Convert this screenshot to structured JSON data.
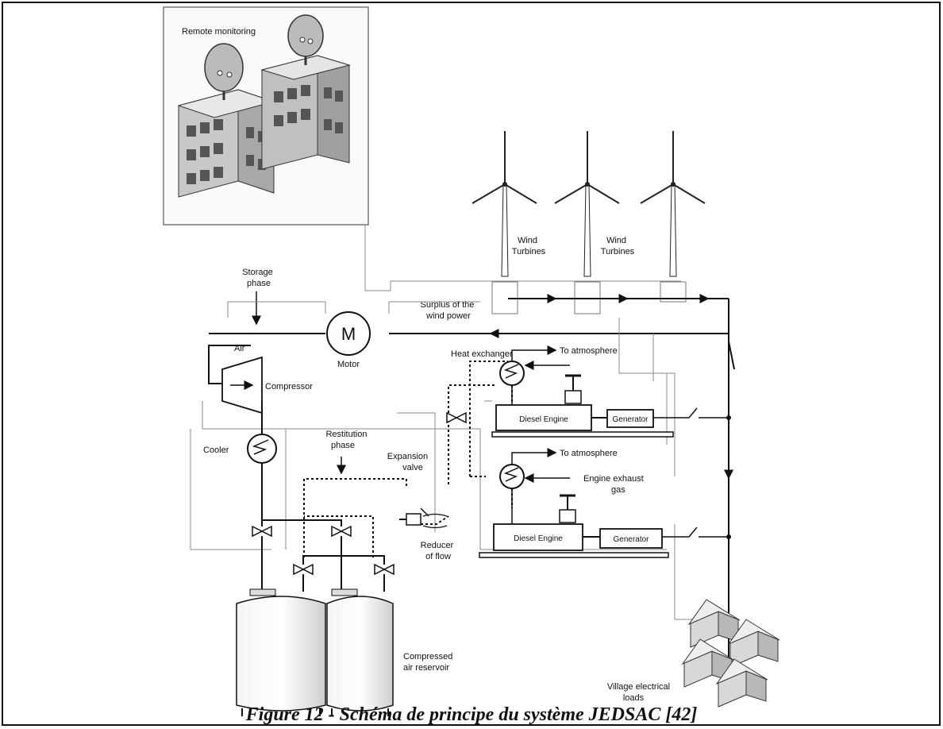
{
  "figure": {
    "caption": "Figure 12 - Schéma de principe du système JEDSAC [42]"
  },
  "labels": {
    "remote_monitoring": "Remote monitoring",
    "wind_turbines_1": [
      "Wind",
      "Turbines"
    ],
    "wind_turbines_2": [
      "Wind",
      "Turbines"
    ],
    "storage_phase": [
      "Storage",
      "phase"
    ],
    "surplus": [
      "Surplus of the",
      "wind power"
    ],
    "motor_symbol": "M",
    "motor": "Motor",
    "air": "Air",
    "compressor": "Compressor",
    "heat_exchanger": "Heat exchanger",
    "to_atmosphere_1": "To atmosphere",
    "to_atmosphere_2": "To atmosphere",
    "diesel_engine_1": "Diesel Engine",
    "generator_1": "Generator",
    "diesel_engine_2": "Diesel Engine",
    "generator_2": "Generator",
    "restitution_phase": [
      "Restitution",
      "phase"
    ],
    "cooler": "Cooler",
    "expansion_valve": [
      "Expansion",
      "valve"
    ],
    "engine_exhaust": [
      "Engine exhaust",
      "gas"
    ],
    "reducer": [
      "Reducer",
      "of flow"
    ],
    "compressed_air": [
      "Compressed",
      "air reservoir"
    ],
    "village_loads": [
      "Village electrical",
      "loads"
    ]
  }
}
